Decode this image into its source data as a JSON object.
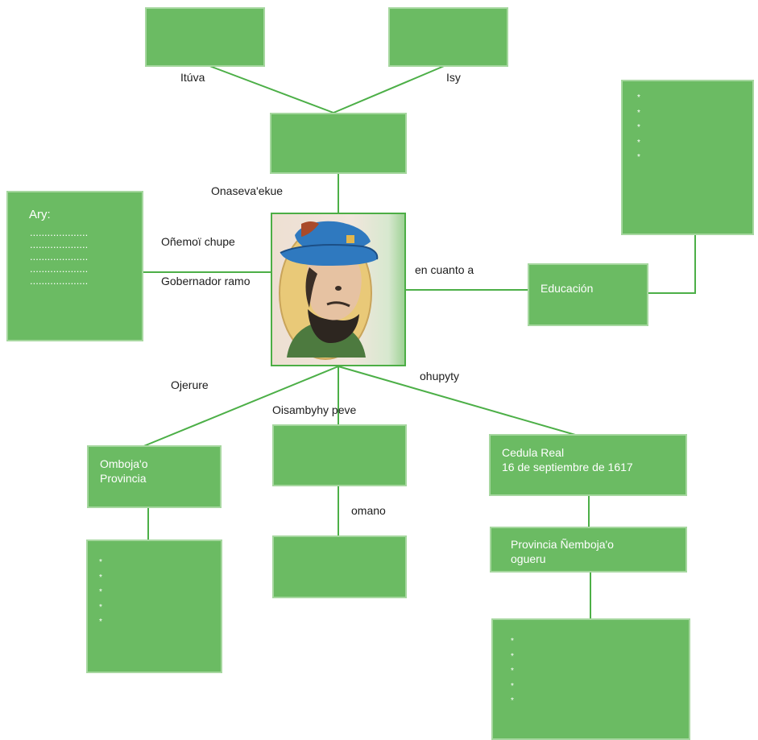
{
  "colors": {
    "box_fill": "#6bbb63",
    "box_border": "#a6d79f",
    "connector": "#4caf47",
    "label_text": "#1c1c1c",
    "box_text": "#ffffff"
  },
  "labels": {
    "father": "Itúva",
    "mother": "Isy",
    "born": "Onaseva'ekue",
    "governed": "Oñemoï chupe",
    "governor_rank": "Gobernador ramo",
    "regarding": "en cuanto a",
    "proposed": "Ojerure",
    "until": "Oisambyhy peve",
    "obtained": "ohupyty",
    "died": "omano"
  },
  "boxes": {
    "ary_title": "Ary:",
    "ary_lines": [
      "....................",
      "....................",
      "....................",
      "....................",
      "...................."
    ],
    "education": "Educación",
    "division_line1": "Omboja'o",
    "division_line2": "Provincia",
    "cedula_line1": "Cedula Real",
    "cedula_line2": "16 de septiembre de 1617",
    "province_line1": "Provincia Ñemboja'o",
    "province_line2": "ogueru",
    "bullet": "*"
  },
  "portrait": {
    "icon": "man-portrait-icon"
  }
}
